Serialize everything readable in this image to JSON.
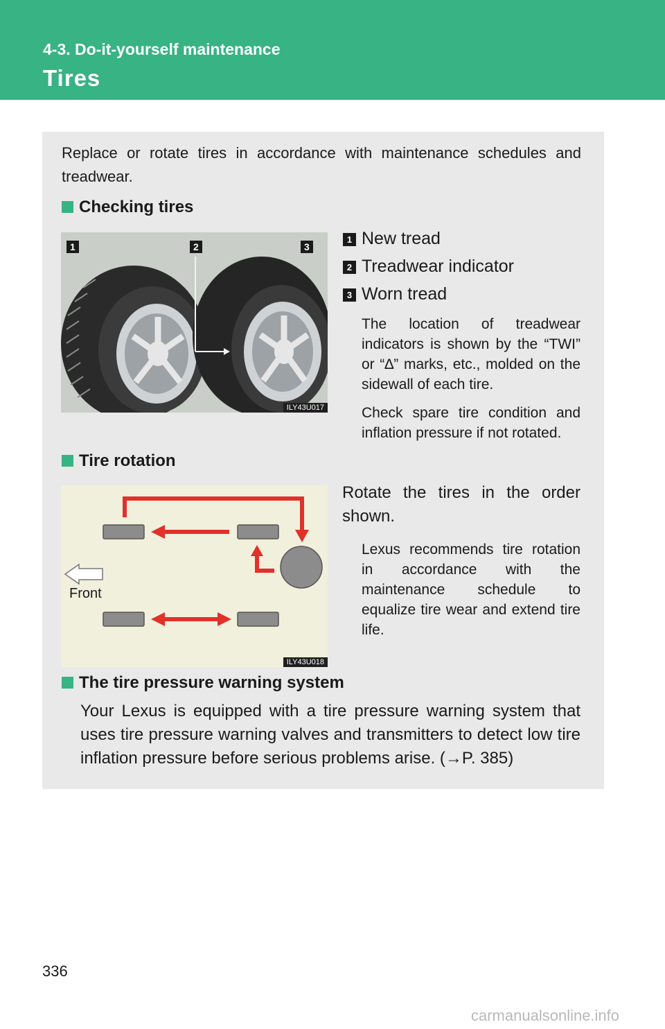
{
  "header": {
    "section": "4-3. Do-it-yourself maintenance",
    "title": "Tires"
  },
  "intro": "Replace or rotate tires in accordance with maintenance schedules and treadwear.",
  "checking": {
    "heading": "Checking tires",
    "figure_code": "ILY43U017",
    "callouts": [
      "1",
      "2",
      "3"
    ],
    "legend": [
      {
        "num": "1",
        "label": "New tread"
      },
      {
        "num": "2",
        "label": "Treadwear indicator"
      },
      {
        "num": "3",
        "label": "Worn tread"
      }
    ],
    "note1": "The location of treadwear indicators is shown by the “TWI” or “∆” marks, etc., molded on the sidewall of each tire.",
    "note2": "Check spare tire condition and inflation pressure if not rotated."
  },
  "rotation": {
    "heading": "Tire rotation",
    "figure_code": "ILY43U018",
    "front_label": "Front",
    "instruction": "Rotate the tires in the order shown.",
    "note": "Lexus recommends tire rotation in accordance with the maintenance schedule to equalize tire wear and extend tire life."
  },
  "pressure": {
    "heading": "The tire pressure warning system",
    "text": "Your Lexus is equipped with a tire pressure warning system that uses tire pressure warning valves and transmitters to detect low tire inflation pressure before serious problems arise. (→P. 385)"
  },
  "colors": {
    "header_green": "#37b384",
    "box_gray": "#e9e9e9",
    "arrow_red": "#e0312a"
  },
  "footer": {
    "page_number": "336",
    "watermark": "carmanualsonline.info"
  }
}
